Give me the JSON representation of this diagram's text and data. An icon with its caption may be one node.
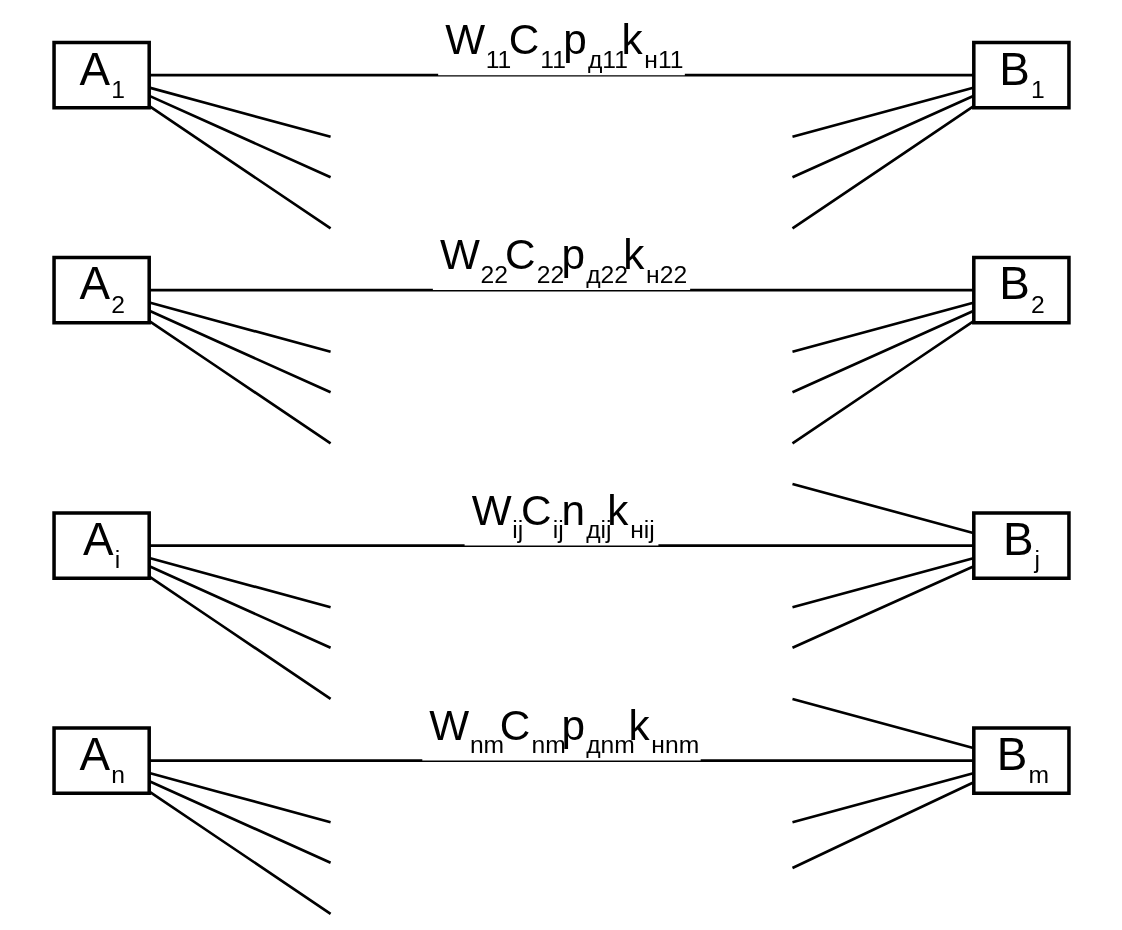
{
  "diagram": {
    "nodes": [
      {
        "text": [
          "A$_{1}$"
        ]
      },
      {
        "text": [
          "A$_{2}$"
        ]
      },
      {
        "text": [
          "A$_{i}$"
        ]
      },
      {
        "text": [
          "A$_{n}$"
        ]
      },
      {
        "text": [
          "B$_{1}$"
        ]
      },
      {
        "text": [
          "B$_{2}$"
        ]
      },
      {
        "text": [
          "B$_{j}$"
        ]
      },
      {
        "text": [
          "B$_{m}$"
        ]
      }
    ],
    "edges": [
      {
        "from": 0,
        "to": 4,
        "arrow": "none",
        "label": "W$_{11}$C$_{11}$p$_{д11}$k$_{н11}$"
      },
      {
        "from": 1,
        "to": 5,
        "arrow": "none",
        "label": "W$_{22}$C$_{22}$p$_{д22}$k$_{н22}$"
      },
      {
        "from": 2,
        "to": 6,
        "arrow": "none",
        "label": "W$_{ij}$C$_{ij}$n$_{дij}$k$_{нij}$"
      },
      {
        "from": 3,
        "to": 7,
        "arrow": "none",
        "label": "W$_{nm}$C$_{nm}$p$_{дnm}$k$_{нnm}$"
      },
      {
        "from": 0,
        "to": null,
        "arrow": "none"
      },
      {
        "from": 0,
        "to": null,
        "arrow": "none"
      },
      {
        "from": 0,
        "to": null,
        "arrow": "none"
      },
      {
        "from": 1,
        "to": null,
        "arrow": "none"
      },
      {
        "from": 1,
        "to": null,
        "arrow": "none"
      },
      {
        "from": 1,
        "to": null,
        "arrow": "none"
      },
      {
        "from": 2,
        "to": null,
        "arrow": "none"
      },
      {
        "from": 2,
        "to": null,
        "arrow": "none"
      },
      {
        "from": 2,
        "to": null,
        "arrow": "none"
      },
      {
        "from": 3,
        "to": null,
        "arrow": "none"
      },
      {
        "from": 3,
        "to": null,
        "arrow": "none"
      },
      {
        "from": 3,
        "to": null,
        "arrow": "none"
      },
      {
        "from": null,
        "to": 4,
        "arrow": "none"
      },
      {
        "from": null,
        "to": 4,
        "arrow": "none"
      },
      {
        "from": null,
        "to": 4,
        "arrow": "none"
      },
      {
        "from": null,
        "to": 5,
        "arrow": "none"
      },
      {
        "from": null,
        "to": 5,
        "arrow": "none"
      },
      {
        "from": null,
        "to": 5,
        "arrow": "none"
      },
      {
        "from": null,
        "to": 6,
        "arrow": "none"
      },
      {
        "from": null,
        "to": 6,
        "arrow": "none"
      },
      {
        "from": null,
        "to": 6,
        "arrow": "none"
      },
      {
        "from": null,
        "to": 7,
        "arrow": "none"
      },
      {
        "from": null,
        "to": 7,
        "arrow": "none"
      },
      {
        "from": null,
        "to": 7,
        "arrow": "none"
      }
    ]
  }
}
